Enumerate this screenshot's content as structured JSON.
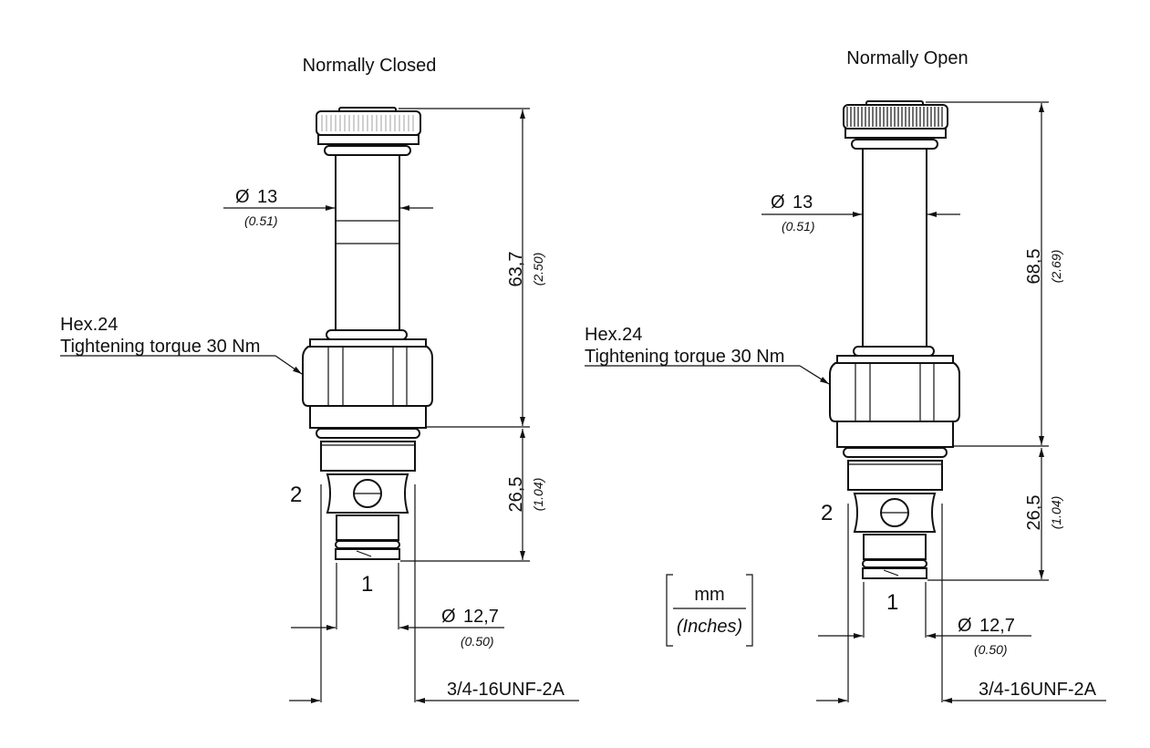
{
  "left": {
    "title": "Normally Closed",
    "diameter_top": {
      "symbol": "Ø",
      "value": "13",
      "inches": "(0.51)"
    },
    "height_upper": {
      "value": "63,7",
      "inches": "(2.50)"
    },
    "height_lower": {
      "value": "26,5",
      "inches": "(1.04)"
    },
    "hex_label": "Hex.24",
    "torque_label": "Tightening torque 30 Nm",
    "port_2": "2",
    "port_1": "1",
    "diameter_bottom": {
      "symbol": "Ø",
      "value": "12,7",
      "inches": "(0.50)"
    },
    "thread": "3/4-16UNF-2A"
  },
  "right": {
    "title": "Normally Open",
    "diameter_top": {
      "symbol": "Ø",
      "value": "13",
      "inches": "(0.51)"
    },
    "height_upper": {
      "value": "68,5",
      "inches": "(2.69)"
    },
    "height_lower": {
      "value": "26,5",
      "inches": "(1.04)"
    },
    "hex_label": "Hex.24",
    "torque_label": "Tightening torque 30 Nm",
    "port_2": "2",
    "port_1": "1",
    "diameter_bottom": {
      "symbol": "Ø",
      "value": "12,7",
      "inches": "(0.50)"
    },
    "thread": "3/4-16UNF-2A"
  },
  "units_legend": {
    "primary": "mm",
    "secondary": "(Inches)"
  }
}
